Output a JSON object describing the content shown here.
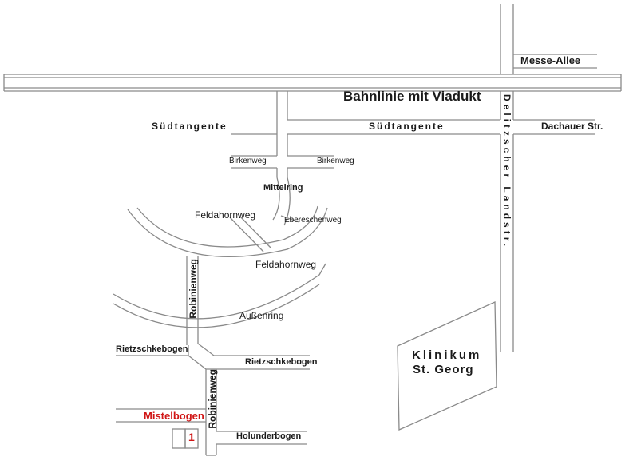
{
  "map": {
    "labels": {
      "messe_allee": "Messe-Allee",
      "bahnlinie": "Bahnlinie mit Viadukt",
      "suedtangente_left": "Südtangente",
      "suedtangente_right": "Südtangente",
      "dachauer": "Dachauer Str.",
      "delitzscher": "Delitzscher Landstr.",
      "birkenweg_left": "Birkenweg",
      "birkenweg_right": "Birkenweg",
      "mittelring": "Mittelring",
      "feldahornweg_1": "Feldahornweg",
      "ebereschenweg": "Ebereschenweg",
      "feldahornweg_2": "Feldahornweg",
      "robinienweg_1": "Robinienweg",
      "aussenring": "Außenring",
      "rietzschkebogen_left": "Rietzschkebogen",
      "rietzschkebogen_right": "Rietzschkebogen",
      "robinienweg_2": "Robinienweg",
      "mistelbogen": "Mistelbogen",
      "holunderbogen": "Holunderbogen",
      "klinikum_line1": "Klinikum",
      "klinikum_line2": "St. Georg",
      "marker_number": "1"
    },
    "colors": {
      "road_line": "#8a8a8a",
      "highlight": "#d01515",
      "text": "#1a1a1a"
    }
  }
}
